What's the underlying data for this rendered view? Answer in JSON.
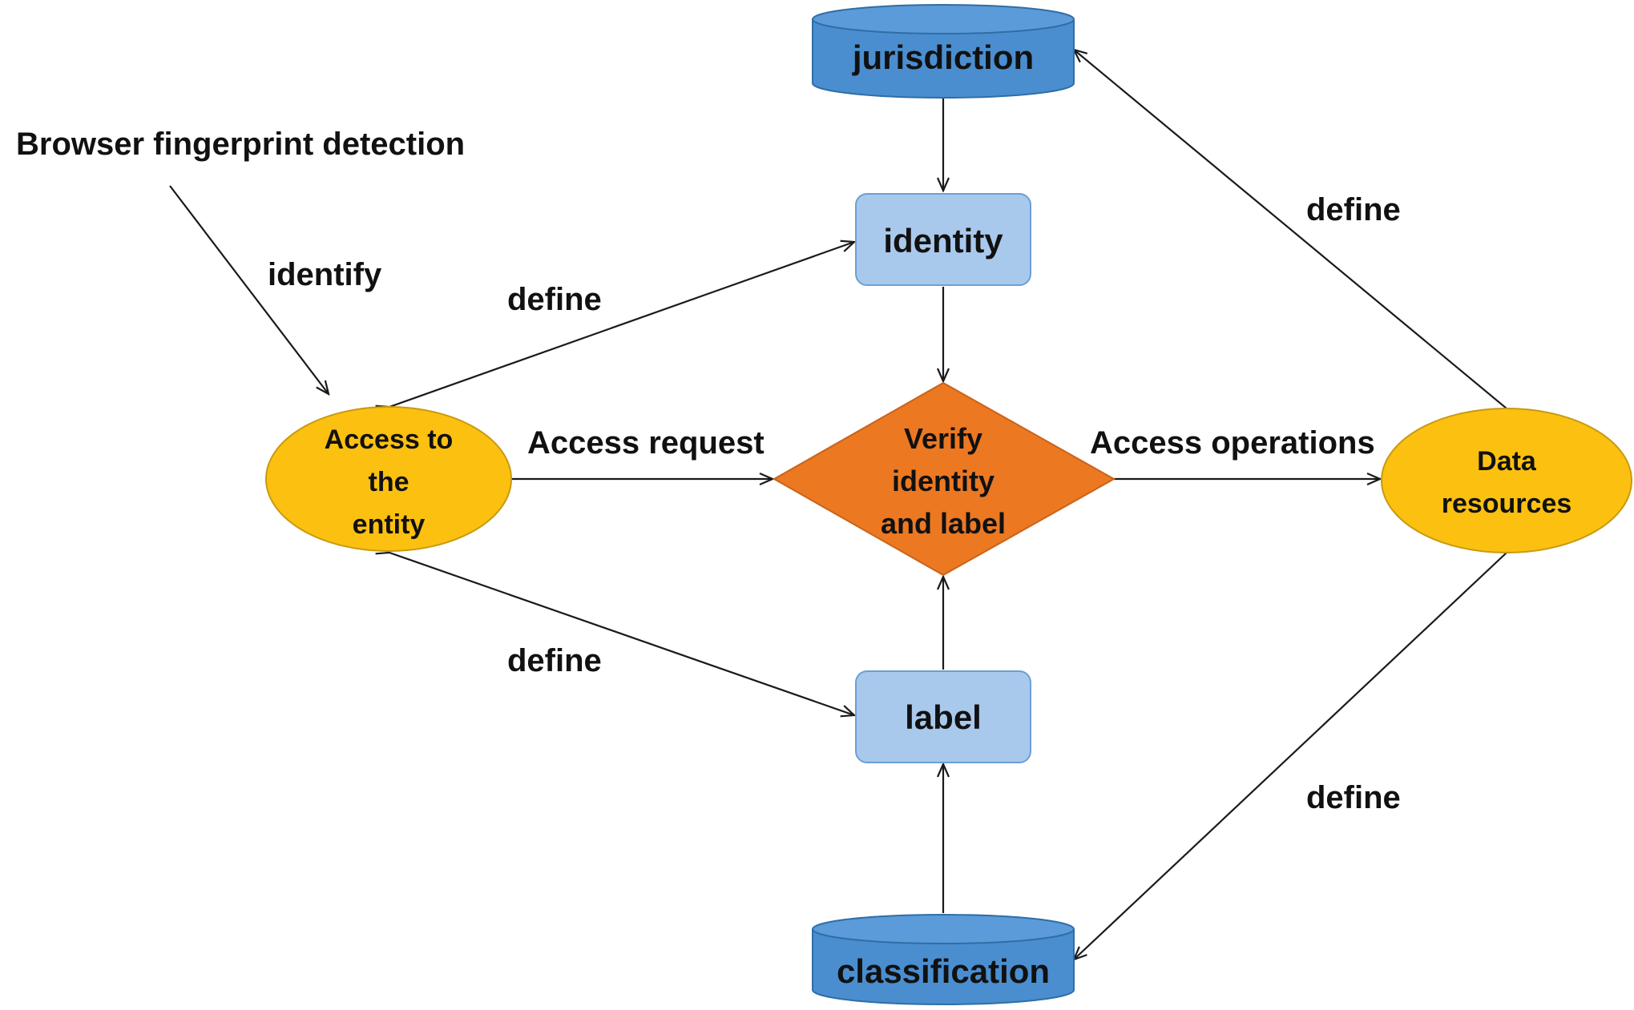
{
  "colors": {
    "cylinder_fill": "#4a8ed0",
    "cylinder_top": "#5b9bd9",
    "cylinder_stroke": "#2f6ea5",
    "box_fill": "#a9c9ec",
    "box_stroke": "#6b9fd4",
    "ellipse_fill": "#fcc010",
    "ellipse_stroke": "#c79a10",
    "diamond_fill": "#ec7822",
    "diamond_stroke": "#c9631a",
    "line": "#1a1a1a"
  },
  "nodes": {
    "jurisdiction": "jurisdiction",
    "identity": "identity",
    "verify": [
      "Verify",
      "identity",
      "and label"
    ],
    "label": "label",
    "classification": "classification",
    "access_entity": [
      "Access to",
      "the",
      "entity"
    ],
    "data_resources": [
      "Data",
      "resources"
    ]
  },
  "edge_labels": {
    "browser_fingerprint": "Browser fingerprint detection",
    "identify": "identify",
    "define_identity": "define",
    "define_label": "define",
    "define_jurisdiction": "define",
    "define_classification": "define",
    "access_request": "Access request",
    "access_operations": "Access operations"
  }
}
